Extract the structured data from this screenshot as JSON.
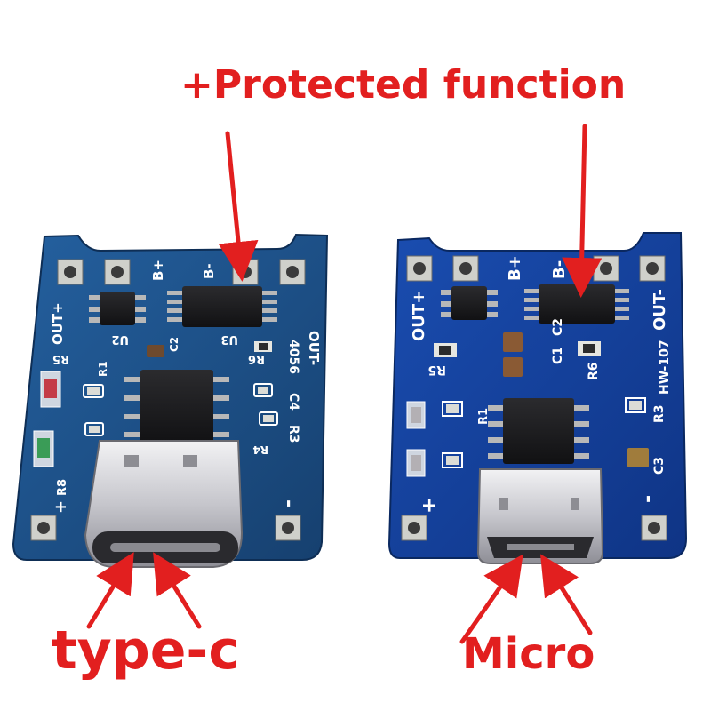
{
  "callouts": {
    "title": "+Protected function",
    "left_label": "type-c",
    "right_label": "Micro"
  },
  "left_board": {
    "silkscreen": [
      "OUT+",
      "B+",
      "B-",
      "OUT-",
      "U2",
      "U3",
      "R5",
      "R6",
      "R1",
      "C2",
      "4056",
      "C4",
      "R3",
      "R4",
      "+",
      "R8",
      "-"
    ]
  },
  "right_board": {
    "silkscreen": [
      "OUT+",
      "B+",
      "B-",
      "OUT-",
      "R5",
      "C1",
      "C2",
      "R6",
      "HW-107",
      "R1",
      "R3",
      "C3",
      "+",
      "-"
    ]
  },
  "colors": {
    "annotation": "#e21f1f",
    "left_pcb": "#1c4f8c",
    "right_pcb": "#14409a",
    "silkscreen": "#ffffff",
    "chip": "#1b1b1d",
    "pad": "#c9c9c3",
    "connector": "#d2d2d6"
  },
  "icons": [
    "usb-type-c-connector-icon",
    "micro-usb-connector-icon",
    "arrow-icon"
  ]
}
